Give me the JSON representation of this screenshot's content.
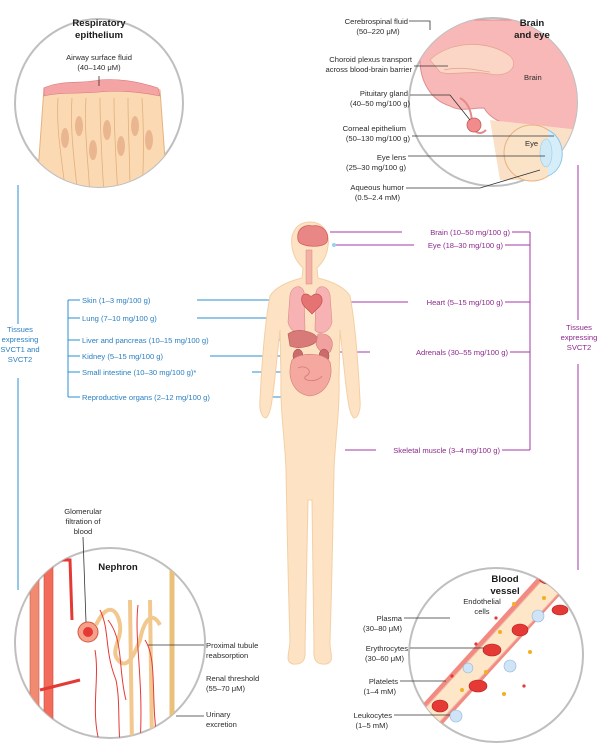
{
  "respiratory": {
    "title_1": "Respiratory",
    "title_2": "epithelium",
    "fluid_label": "Airway surface fluid",
    "fluid_value": "(40–140 μM)"
  },
  "brain_eye": {
    "title_1": "Brain",
    "title_2": "and eye",
    "brain_label": "Brain",
    "eye_label": "Eye",
    "csf_label": "Cerebrospinal fluid",
    "csf_value": "(50–220 μM)",
    "choroid_1": "Choroid plexus transport",
    "choroid_2": "across blood-brain barrier",
    "pituitary_label": "Pituitary gland",
    "pituitary_value": "(40–50 mg/100 g)",
    "corneal_label": "Corneal epithelium",
    "corneal_value": "(50–130 mg/100 g)",
    "lens_label": "Eye lens",
    "lens_value": "(25–30 mg/100 g)",
    "aqueous_label": "Aqueous humor",
    "aqueous_value": "(0.5–2.4 mM)"
  },
  "svct1": {
    "label_1": "Tissues",
    "label_2": "expressing",
    "label_3": "SVCT1 and",
    "label_4": "SVCT2",
    "tissues": [
      "Skin (1–3 mg/100 g)",
      "Lung (7–10 mg/100 g)",
      "Liver and pancreas (10–15 mg/100 g)",
      "Kidney (5–15 mg/100 g)",
      "Small intestine (10–30 mg/100 g)*",
      "Reproductive  organs (2–12 mg/100 g)"
    ]
  },
  "svct2": {
    "label_1": "Tissues",
    "label_2": "expressing",
    "label_3": "SVCT2",
    "tissues": [
      "Brain (10–50 mg/100 g)",
      "Eye (18–30 mg/100 g)",
      "Heart (5–15 mg/100 g)",
      "Adrenals (30–55 mg/100 g)",
      "Skeletal muscle (3–4 mg/100 g)"
    ]
  },
  "nephron": {
    "title": "Nephron",
    "glom_1": "Glomerular",
    "glom_2": "filtration of",
    "glom_3": "blood",
    "prox_1": "Proximal tubule",
    "prox_2": "reabsorption",
    "renal_1": "Renal threshold",
    "renal_2": "(55–70 μM)",
    "urinary_1": "Urinary",
    "urinary_2": "excretion"
  },
  "blood": {
    "title_1": "Blood",
    "title_2": "vessel",
    "endo_1": "Endothelial",
    "endo_2": "cells",
    "plasma_label": "Plasma",
    "plasma_value": "(30–80 μM)",
    "ery_label": "Erythrocytes",
    "ery_value": "(30–60 μM)",
    "plate_label": "Platelets",
    "plate_value": "(1–4 mM)",
    "leuko_label": "Leukocytes",
    "leuko_value": "(1–5 mM)"
  },
  "colors": {
    "svct1_line": "#2a8fd0",
    "svct2_line": "#a03aa3",
    "skin": "#fde3c4",
    "organ": "#ef9a9a",
    "vessel": "#e53935"
  }
}
